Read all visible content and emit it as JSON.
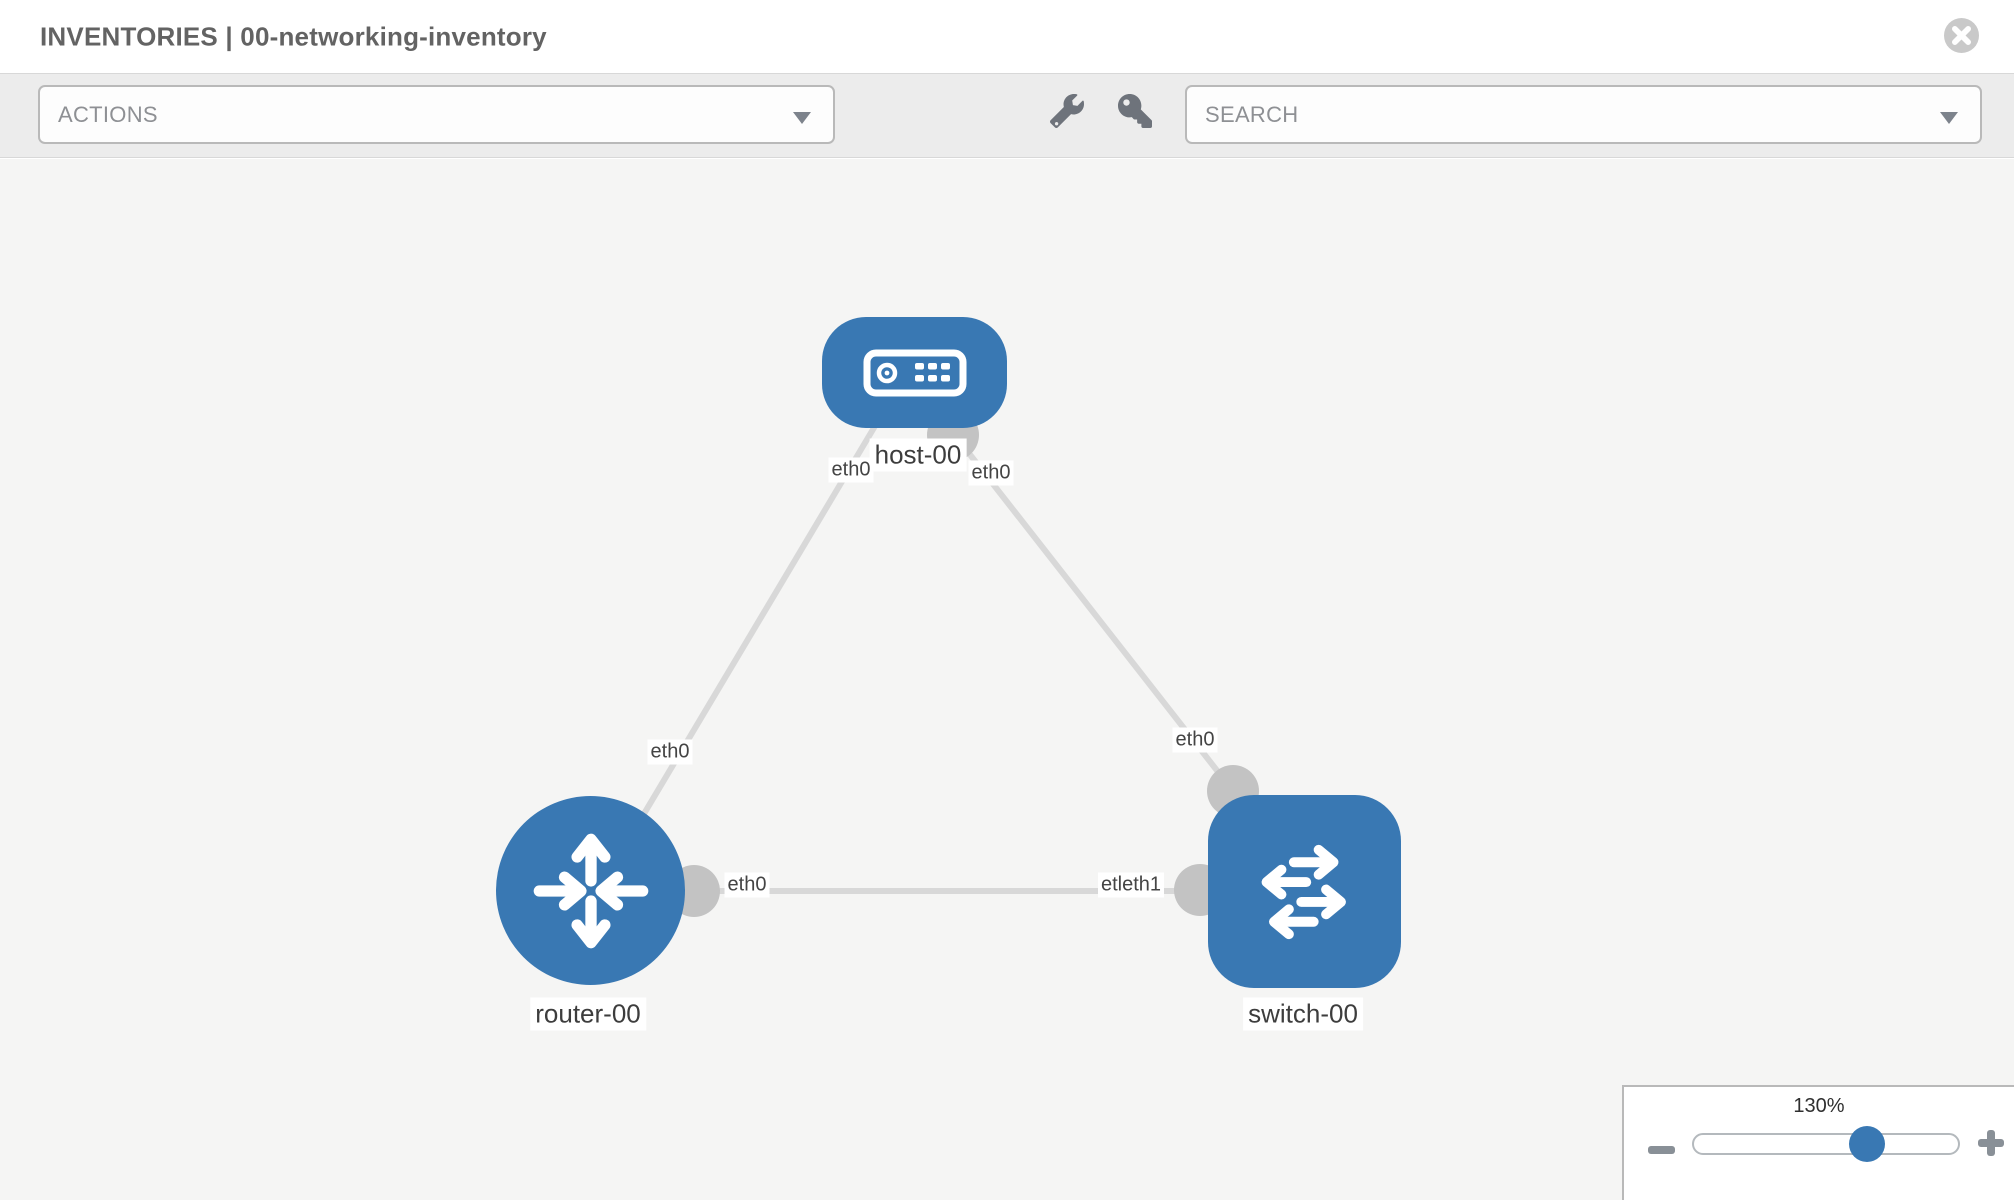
{
  "header": {
    "title": "INVENTORIES | 00-networking-inventory"
  },
  "toolbar": {
    "actions_label": "ACTIONS",
    "search_label": "SEARCH"
  },
  "topology": {
    "nodes": [
      {
        "label": "host-00",
        "type": "host"
      },
      {
        "label": "router-00",
        "type": "router"
      },
      {
        "label": "switch-00",
        "type": "switch"
      }
    ],
    "links": [
      {
        "from": "host-00",
        "to": "router-00",
        "from_if": "eth0",
        "to_if": "eth0"
      },
      {
        "from": "host-00",
        "to": "switch-00",
        "from_if": "eth0",
        "to_if": "eth0"
      },
      {
        "from": "router-00",
        "to": "switch-00",
        "from_if": "eth0",
        "to_if": "eth1",
        "to_if_overlap_text": "etl"
      }
    ]
  },
  "zoom": {
    "level": "130%"
  },
  "colors": {
    "node-blue": "#3978b3",
    "port-gray": "#c3c3c3",
    "edge-gray": "#d8d8d8",
    "icon-gray": "#6e737b",
    "canvas-bg": "#f5f5f4"
  }
}
